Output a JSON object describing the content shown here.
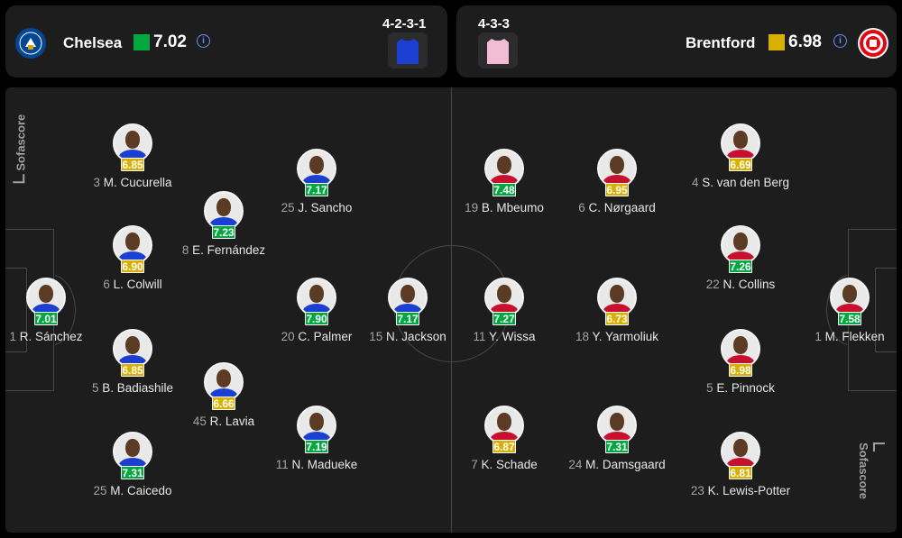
{
  "home": {
    "name": "Chelsea",
    "rating": "7.02",
    "formation": "4-2-3-1",
    "rating_color": "#00a83f",
    "kit_color": "#1b3fd1"
  },
  "away": {
    "name": "Brentford",
    "rating": "6.98",
    "formation": "4-3-3",
    "rating_color": "#d9af00",
    "kit_color": "#f2bdd4"
  },
  "watermark": "Sofascore",
  "players": [
    {
      "num": "3",
      "name": "M. Cucurella",
      "rating": "6.85",
      "level": "gold",
      "team": "home"
    },
    {
      "num": "25",
      "name": "J. Sancho",
      "rating": "7.17",
      "level": "green",
      "team": "home"
    },
    {
      "num": "8",
      "name": "E. Fernández",
      "rating": "7.23",
      "level": "green",
      "team": "home"
    },
    {
      "num": "6",
      "name": "L. Colwill",
      "rating": "6.90",
      "level": "gold",
      "team": "home"
    },
    {
      "num": "1",
      "name": "R. Sánchez",
      "rating": "7.01",
      "level": "green",
      "team": "home"
    },
    {
      "num": "20",
      "name": "C. Palmer",
      "rating": "7.90",
      "level": "green",
      "team": "home"
    },
    {
      "num": "15",
      "name": "N. Jackson",
      "rating": "7.17",
      "level": "green",
      "team": "home"
    },
    {
      "num": "5",
      "name": "B. Badiashile",
      "rating": "6.85",
      "level": "gold",
      "team": "home"
    },
    {
      "num": "45",
      "name": "R. Lavia",
      "rating": "6.66",
      "level": "gold",
      "team": "home"
    },
    {
      "num": "11",
      "name": "N. Madueke",
      "rating": "7.19",
      "level": "green",
      "team": "home"
    },
    {
      "num": "25",
      "name": "M. Caicedo",
      "rating": "7.31",
      "level": "green",
      "team": "home"
    },
    {
      "num": "19",
      "name": "B. Mbeumo",
      "rating": "7.48",
      "level": "green",
      "team": "away"
    },
    {
      "num": "6",
      "name": "C. Nørgaard",
      "rating": "6.95",
      "level": "gold",
      "team": "away"
    },
    {
      "num": "4",
      "name": "S. van den Berg",
      "rating": "6.69",
      "level": "gold",
      "team": "away"
    },
    {
      "num": "22",
      "name": "N. Collins",
      "rating": "7.26",
      "level": "green",
      "team": "away"
    },
    {
      "num": "11",
      "name": "Y. Wissa",
      "rating": "7.27",
      "level": "green",
      "team": "away"
    },
    {
      "num": "18",
      "name": "Y. Yarmoliuk",
      "rating": "6.73",
      "level": "gold",
      "team": "away"
    },
    {
      "num": "1",
      "name": "M. Flekken",
      "rating": "7.58",
      "level": "green",
      "team": "away"
    },
    {
      "num": "5",
      "name": "E. Pinnock",
      "rating": "6.98",
      "level": "gold",
      "team": "away"
    },
    {
      "num": "7",
      "name": "K. Schade",
      "rating": "6.87",
      "level": "gold",
      "team": "away"
    },
    {
      "num": "24",
      "name": "M. Damsgaard",
      "rating": "7.31",
      "level": "green",
      "team": "away"
    },
    {
      "num": "23",
      "name": "K. Lewis-Potter",
      "rating": "6.81",
      "level": "gold",
      "team": "away"
    }
  ]
}
